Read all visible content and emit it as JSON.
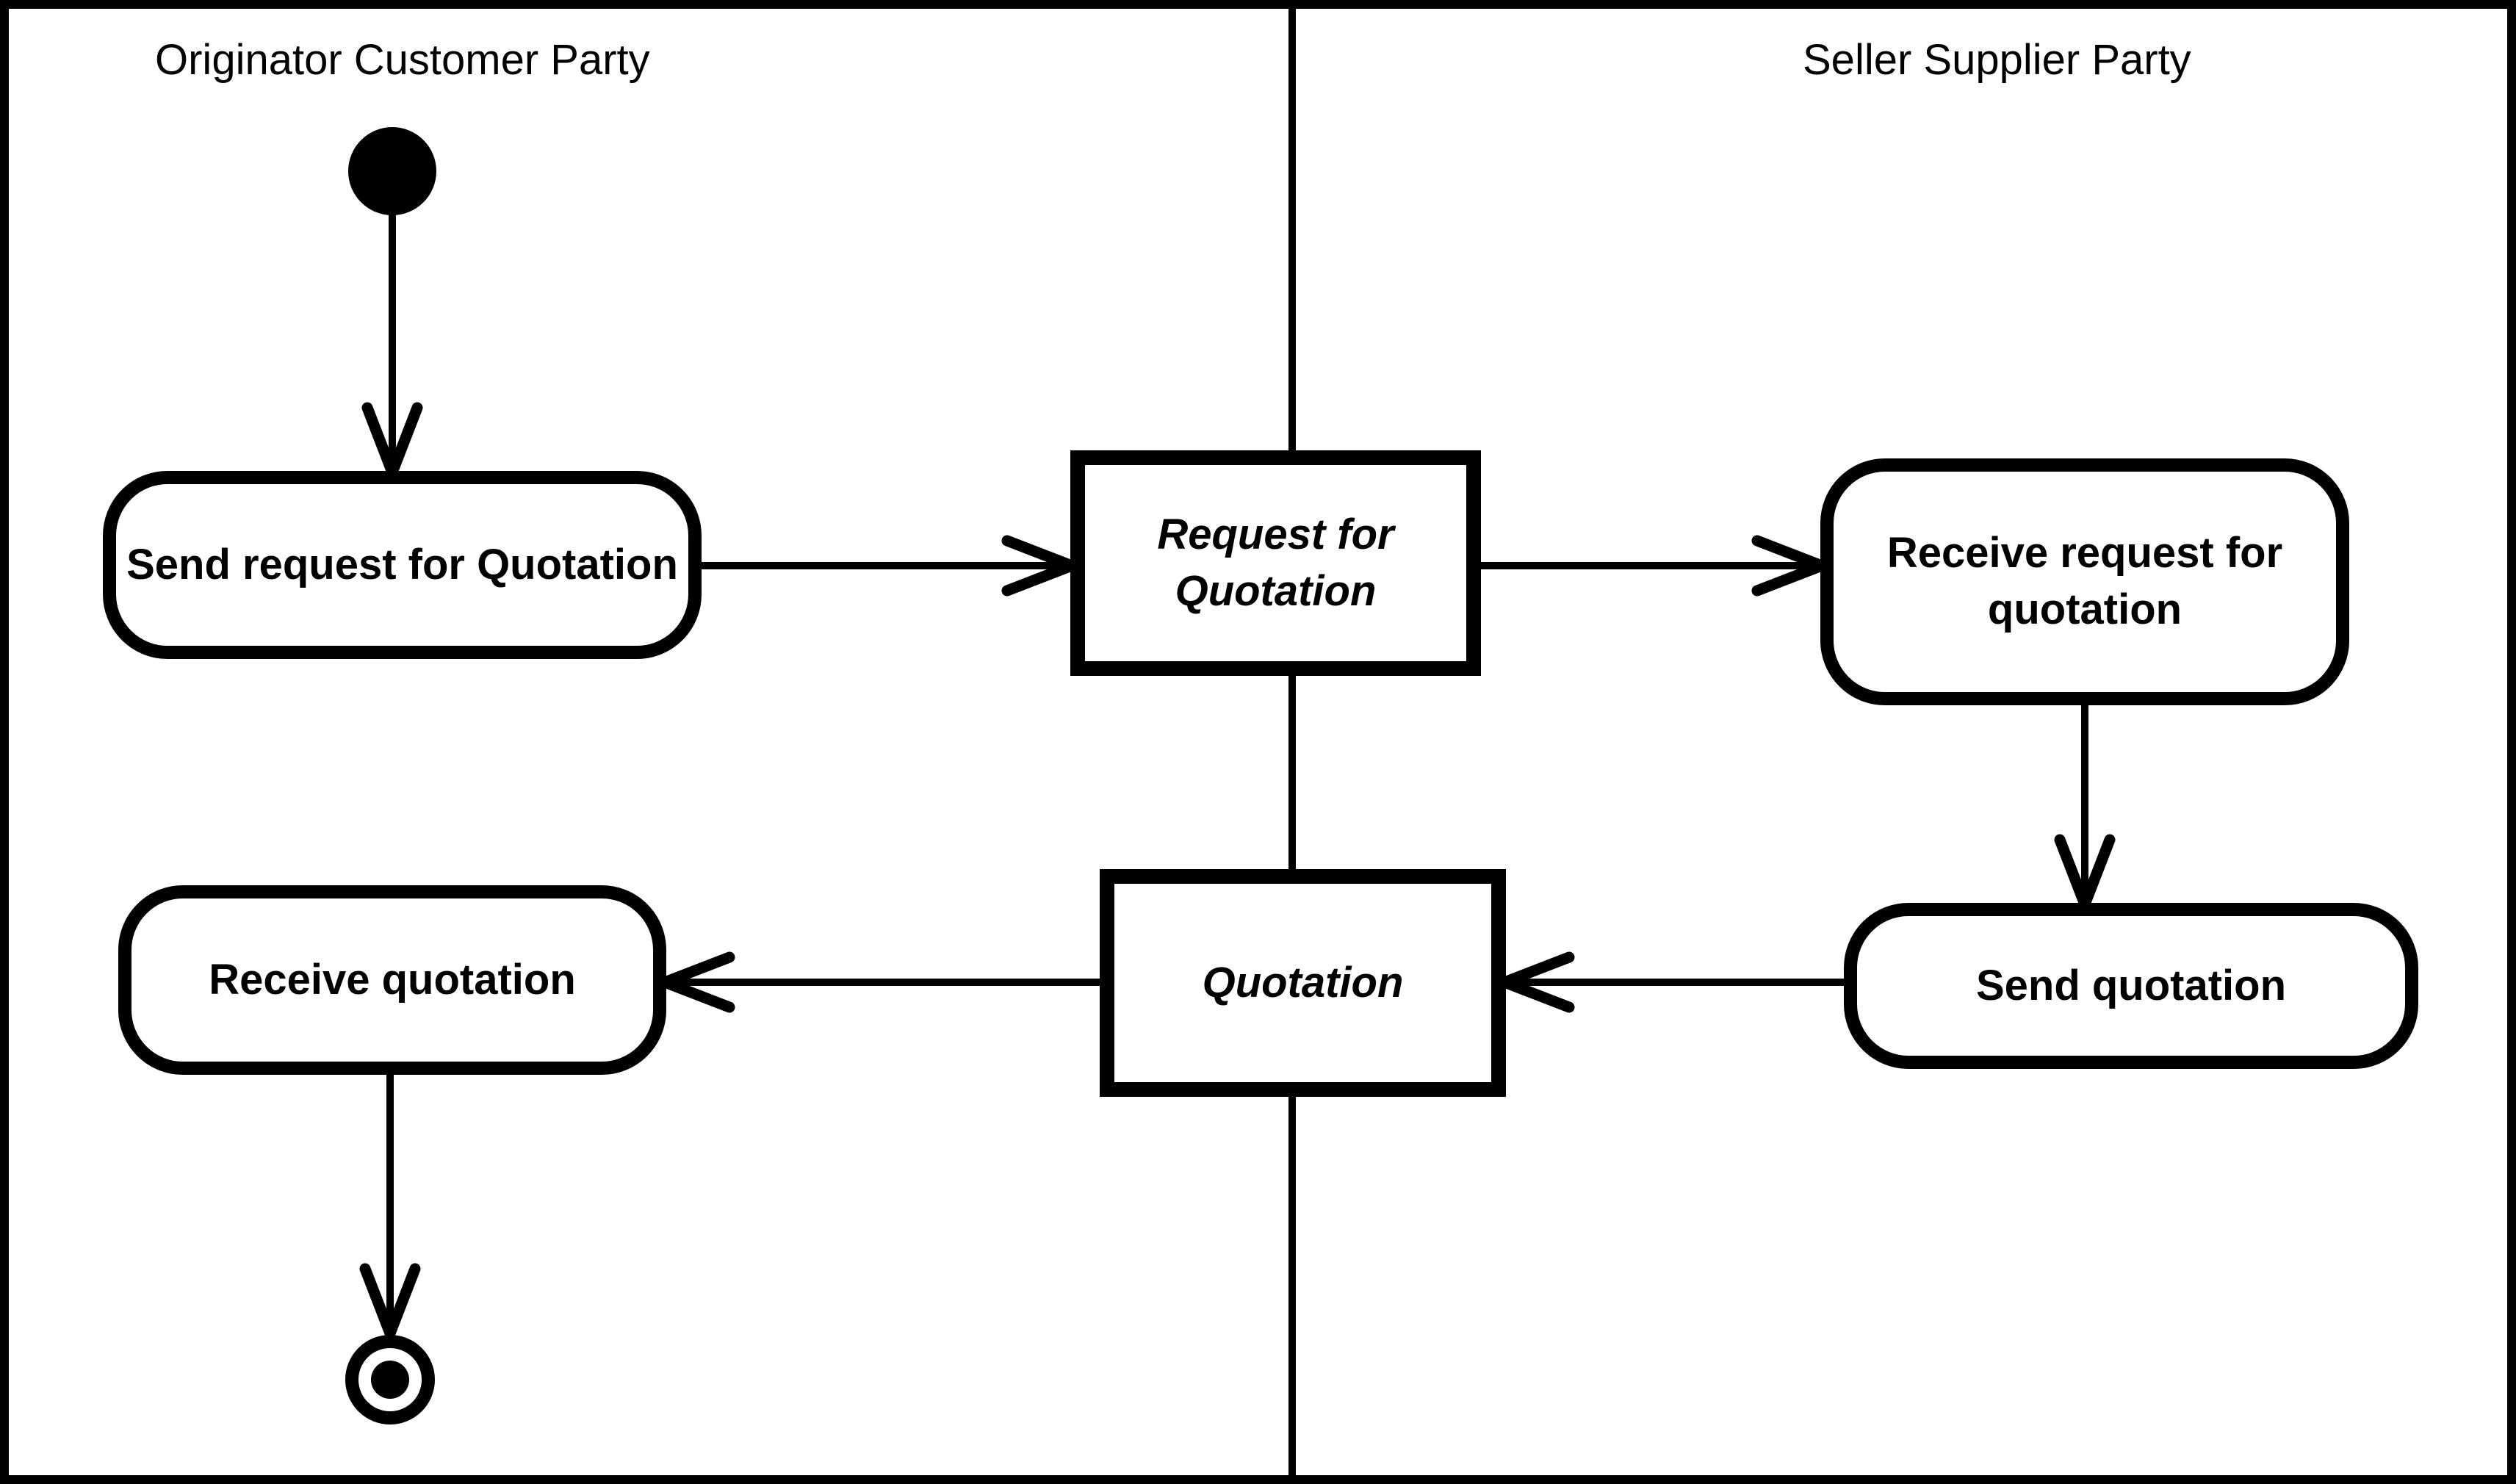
{
  "diagram": {
    "type": "uml-activity-swimlane",
    "colors": {
      "line": "#000000",
      "background": "#ffffff"
    },
    "lanes": [
      {
        "title": "Originator Customer Party"
      },
      {
        "title": "Seller Supplier Party"
      }
    ],
    "nodes": [
      {
        "label": "Send request for Quotation",
        "kind": "action",
        "lane": "Originator Customer Party"
      },
      {
        "label": "Request for Quotation",
        "kind": "object",
        "lane": "shared"
      },
      {
        "label": "Receive request for quotation",
        "kind": "action",
        "lane": "Seller Supplier Party"
      },
      {
        "label": "Send quotation",
        "kind": "action",
        "lane": "Seller Supplier Party"
      },
      {
        "label": "Quotation",
        "kind": "object",
        "lane": "shared"
      },
      {
        "label": "Receive quotation",
        "kind": "action",
        "lane": "Originator Customer Party"
      }
    ],
    "markers": [
      {
        "kind": "initial-state",
        "lane": "Originator Customer Party"
      },
      {
        "kind": "final-state",
        "lane": "Originator Customer Party"
      }
    ],
    "edges": [
      {
        "from": "initial-state",
        "to": "Send request for Quotation"
      },
      {
        "from": "Send request for Quotation",
        "to": "Request for Quotation"
      },
      {
        "from": "Request for Quotation",
        "to": "Receive request for quotation"
      },
      {
        "from": "Receive request for quotation",
        "to": "Send quotation"
      },
      {
        "from": "Send quotation",
        "to": "Quotation"
      },
      {
        "from": "Quotation",
        "to": "Receive quotation"
      },
      {
        "from": "Receive quotation",
        "to": "final-state"
      }
    ]
  }
}
